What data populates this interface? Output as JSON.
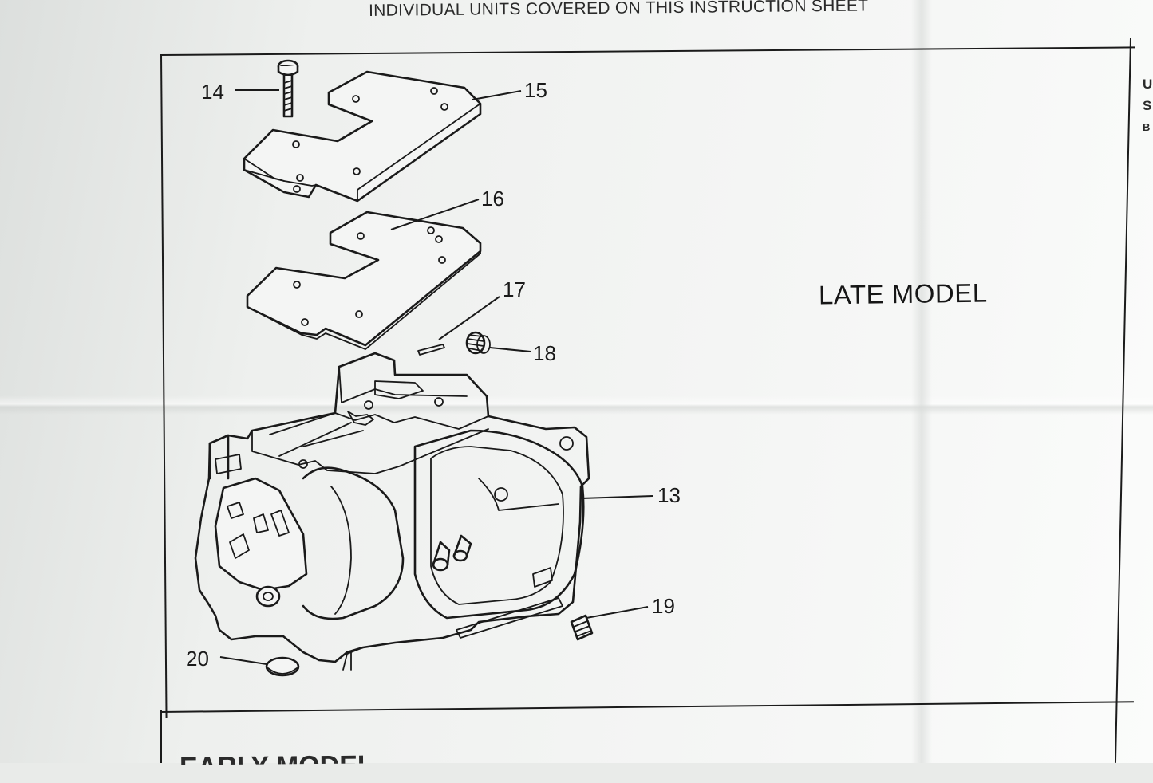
{
  "header": {
    "text": "INDIVIDUAL UNITS COVERED ON THIS INSTRUCTION SHEET"
  },
  "side_cut_letters": [
    "U",
    "S",
    "B"
  ],
  "panel": {
    "title": "LATE MODEL",
    "next_panel_partial_text": "EARLY MODEL"
  },
  "parts": [
    {
      "callout": "14",
      "name": "screw"
    },
    {
      "callout": "15",
      "name": "cover"
    },
    {
      "callout": "16",
      "name": "gasket"
    },
    {
      "callout": "17",
      "name": "pin"
    },
    {
      "callout": "18",
      "name": "spring"
    },
    {
      "callout": "13",
      "name": "body"
    },
    {
      "callout": "19",
      "name": "plug"
    },
    {
      "callout": "20",
      "name": "welch-plug"
    }
  ]
}
